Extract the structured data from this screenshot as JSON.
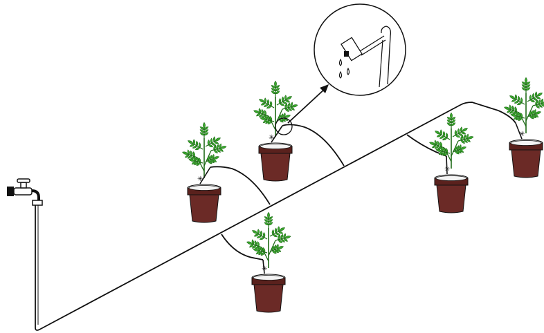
{
  "diagram": {
    "type": "drip-irrigation-illustration",
    "components": [
      "faucet",
      "main-hose",
      "branch-tube",
      "dripper",
      "plant-pot",
      "zoom-callout"
    ],
    "plant_pot_count": 5,
    "callout_count": 1,
    "colors": {
      "line": "#111111",
      "pot_body": "#6b2a26",
      "pot_rim": "#5a211d",
      "leaf": "#3aa82d",
      "leaf_dark": "#1f6b18",
      "background": "#ffffff"
    }
  }
}
